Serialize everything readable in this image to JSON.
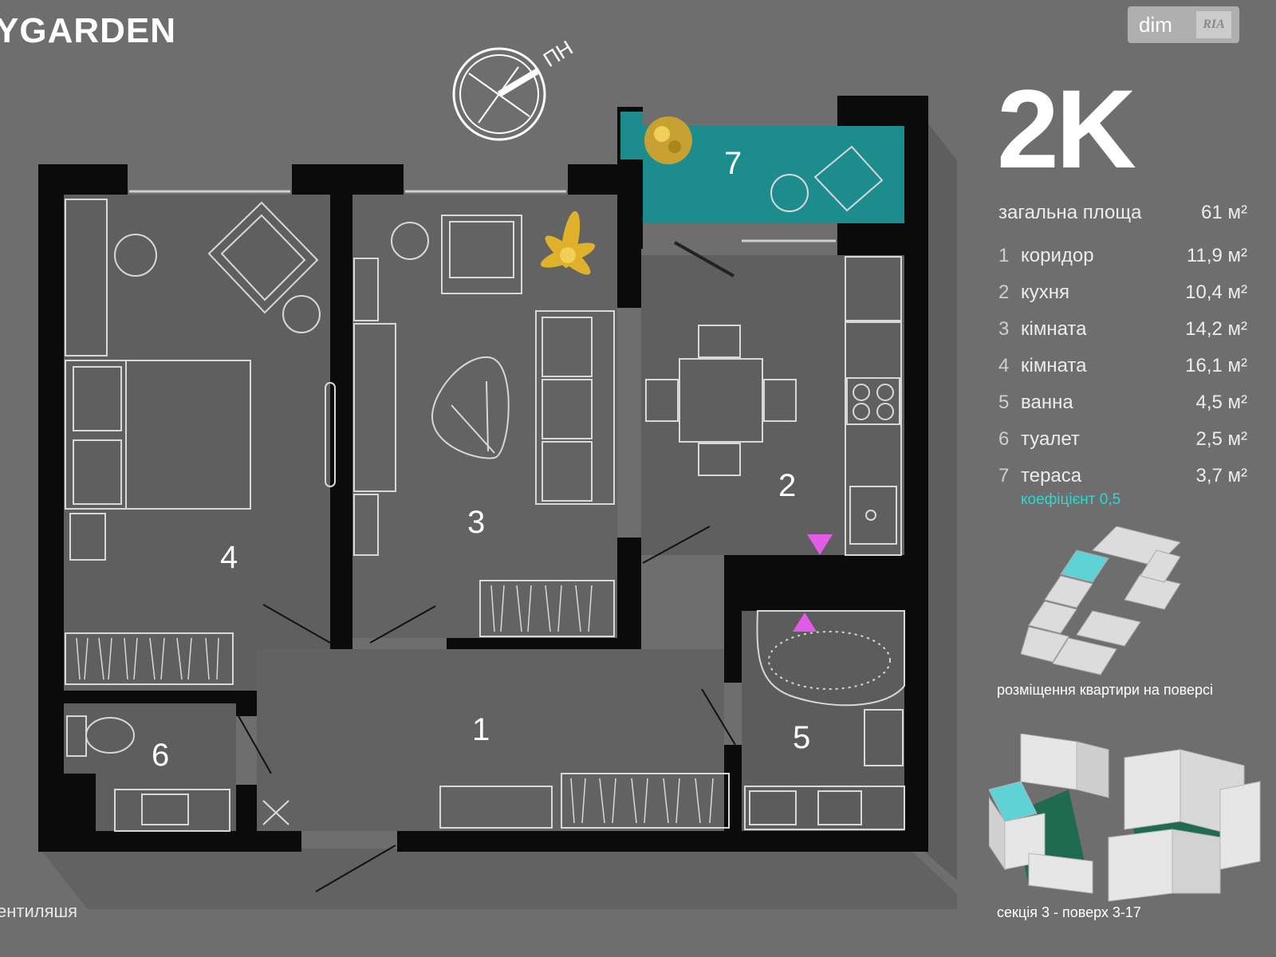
{
  "brand": "YGARDEN",
  "watermark": {
    "text": "dim",
    "logo": "RIA"
  },
  "compass": {
    "label": "ПН"
  },
  "apartment": {
    "type": "2K",
    "total_label": "загальна площа",
    "total_value": "61 м²",
    "rooms": [
      {
        "num": "1",
        "name": "коридор",
        "area": "11,9 м²"
      },
      {
        "num": "2",
        "name": "кухня",
        "area": "10,4 м²"
      },
      {
        "num": "3",
        "name": "кімната",
        "area": "14,2 м²"
      },
      {
        "num": "4",
        "name": "кімната",
        "area": "16,1 м²"
      },
      {
        "num": "5",
        "name": "ванна",
        "area": "4,5 м²"
      },
      {
        "num": "6",
        "name": "туалет",
        "area": "2,5 м²"
      },
      {
        "num": "7",
        "name": "тераса",
        "area": "3,7 м²"
      }
    ],
    "coefficient": "коефіцієнт 0,5"
  },
  "captions": {
    "floor_position": "розміщення квартири на поверсі",
    "section": "секція 3 - поверх 3-17"
  },
  "plan_labels": [
    "1",
    "2",
    "3",
    "4",
    "5",
    "6",
    "7"
  ],
  "footer_left": "ентиляшя",
  "colors": {
    "background": "#6e6e6e",
    "walls": "#0b0b0b",
    "terrace": "#1c8c8c",
    "accent_teal": "#2fd8d0",
    "marker": "#e25be6",
    "plant": "#e0b12a",
    "courtyard": "#1f6b4f"
  }
}
